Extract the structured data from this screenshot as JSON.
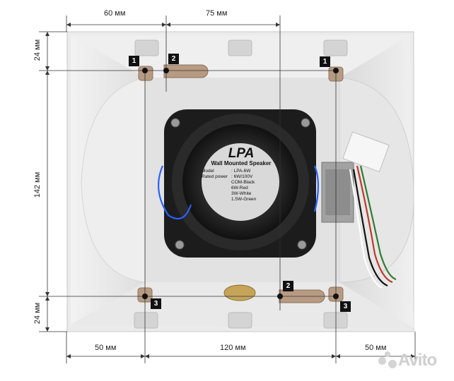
{
  "dimensions": {
    "top_left": "60 мм",
    "top_middle": "75 мм",
    "left_top": "24 мм",
    "left_middle": "142 мм",
    "left_bottom": "24 мм",
    "bottom_left": "50 мм",
    "bottom_middle": "120 мм",
    "bottom_right": "50 мм"
  },
  "markers": {
    "m1a": "1",
    "m1b": "1",
    "m2a": "2",
    "m2b": "2",
    "m3a": "3",
    "m3b": "3"
  },
  "label": {
    "brand": "LPA",
    "title": "Wall Mounted Speaker",
    "rows": [
      {
        "k": "Model",
        "v": ": LPA-6W"
      },
      {
        "k": "Rated power",
        "v": ": 6W/100V"
      },
      {
        "k": "",
        "v": "COM-Black"
      },
      {
        "k": "",
        "v": "6W-Red"
      },
      {
        "k": "",
        "v": "3W-White"
      },
      {
        "k": "",
        "v": "1.5W-Green"
      }
    ]
  },
  "watermark": "Avito"
}
